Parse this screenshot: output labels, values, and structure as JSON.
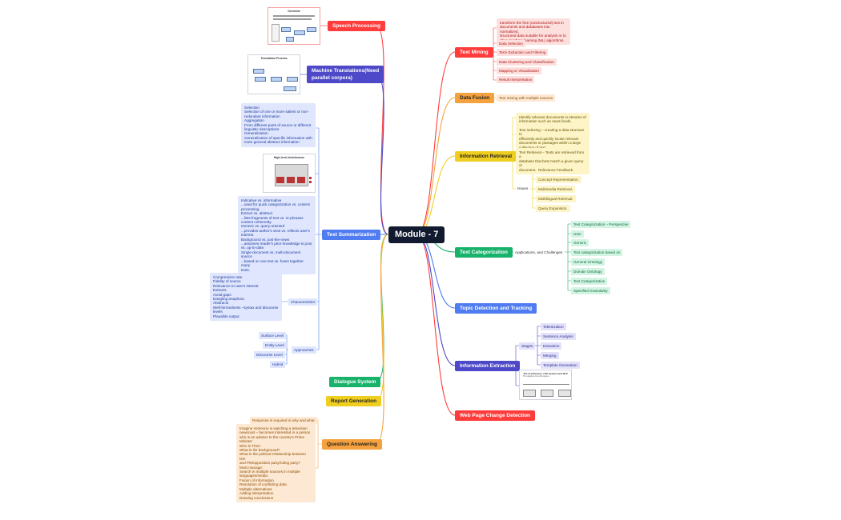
{
  "central": {
    "title": "Module - 7"
  },
  "right": {
    "text_mining": {
      "title": "Text Mining",
      "desc": [
        "transform the free (unstructured) text in",
        "documents and databases into normalized,",
        "structured data suitable for analysis or to",
        "drive machine learning (ML) algorithms."
      ],
      "items": [
        "Data Selection",
        "Term Extraction and Filtering",
        "Data Clustering and Classification",
        "Mapping or Visualization",
        "Result Interpretation"
      ]
    },
    "data_fusion": {
      "title": "Data Fusion",
      "item": "Text mining with multiple sources"
    },
    "information_retrieval": {
      "title": "Information Retrieval",
      "desc1": [
        "Identify relevant documents in streams of",
        "information such as news feeds."
      ],
      "desc2": [
        "Text indexing – creating a data structure to",
        "efficiently and quickly locate relevant",
        "documents or passages within a large",
        "collection of text"
      ],
      "desc3": [
        "Text Retrieval –  Texts are retrieved from a",
        "database that best match a given query or",
        "document."
      ],
      "issues_label": "Issues",
      "issues": [
        "Relevance Feedback.",
        "Concept Representation.",
        "Multimedia Retrieval.",
        "Multilingual Retrieval.",
        "Query Expansion."
      ]
    },
    "text_categorization": {
      "title": "Text Categorization",
      "sub_label": "Applications, and Challenges",
      "items": [
        "Text Categorization – Perspective",
        "User",
        "Generic",
        "Text categorization based on",
        "General Ontology",
        "Domain Ontology",
        "Text Categorization",
        "Specified Granularity"
      ]
    },
    "topic_detection": {
      "title": "Topic Detection and Tracking"
    },
    "information_extraction": {
      "title": "Information Extraction",
      "stages_label": "Stages",
      "stages": [
        "Tokenization",
        "Sentence Analysis",
        "Extraction",
        "Merging",
        "Template Generation"
      ],
      "figure_title": "The Architecture of IE System and NLP",
      "figure_sub": "The pipeline of an IE system"
    },
    "web_page_change": {
      "title": "Web Page Change Detection"
    }
  },
  "left": {
    "speech_processing": {
      "title": "Speech Processing",
      "figure_title": "Overview"
    },
    "machine_translations": {
      "title": "Machine Translations(Need",
      "title2": "parallel corpora)",
      "figure_title": "Translation Process"
    },
    "text_summarization": {
      "title": "Text Summarization",
      "block1": [
        "Selection",
        "Selection of one or more salient or non-",
        "redundant information",
        "Aggregation",
        "From different parts of source or different",
        "linguistic descriptions",
        "Generalization",
        "Generalization of specific information with",
        "more general abstract information"
      ],
      "figure_title": "High-level Architecture",
      "block2": [
        "Indicative vs. informative",
        "...used for quick categorization vs. content",
        "processing.",
        "Extract vs. abstract",
        "...lists fragments of text vs. re-phrases",
        "content coherently.",
        "Generic vs. query-oriented",
        "...provides author's view vs. reflects user's",
        "interest.",
        "Background vs. just-the-news",
        "...assumes reader's prior knowledge is poor",
        "vs. up-to-date.",
        "Single-document vs. multi-document source",
        "...based on one text vs. fuses together many",
        "texts."
      ],
      "characteristics_label": "Characteristics",
      "characteristics": [
        "Compression rate",
        "Fidelity of source",
        "Relevance to user's interest",
        "Extracts",
        "Avoid gaps",
        "Dangling anaphora",
        "Abstracts",
        "Well-formedness –syntax and discourse",
        "levels",
        "Plausible output"
      ],
      "approaches_label": "Approaches",
      "approaches": [
        "Surface Level",
        "Entity Level",
        "Discourse Level",
        "Hybrid"
      ]
    },
    "dialogue_system": {
      "title": "Dialogue System"
    },
    "report_generation": {
      "title": "Report Generation"
    },
    "question_answering": {
      "title": "Question Answering",
      "item1": "Response is required in why and what",
      "block": [
        "Imagine someone is watching a television",
        "newscast – becomes interested in a person",
        "who is an adviser to the country's Prime",
        "Minister",
        "Who is This?",
        "What is his background?",
        "What is the political relationship between him",
        "and PM/opposition party/ruling party?",
        "Must manage:",
        "Search in multiple sources in multiple",
        "languages/media",
        "Fusion of information",
        "Resolution of conflicting data",
        "Multiple alternatives",
        "Adding interpretation",
        "Drawing conclusions"
      ]
    }
  },
  "colors": {
    "red": "#ff3c3c",
    "orange": "#f5a23e",
    "yellow": "#f0ce1f",
    "green": "#19b26b",
    "blue": "#4f7cf0",
    "indigo": "#4d49c8",
    "central": "#111a2e"
  }
}
